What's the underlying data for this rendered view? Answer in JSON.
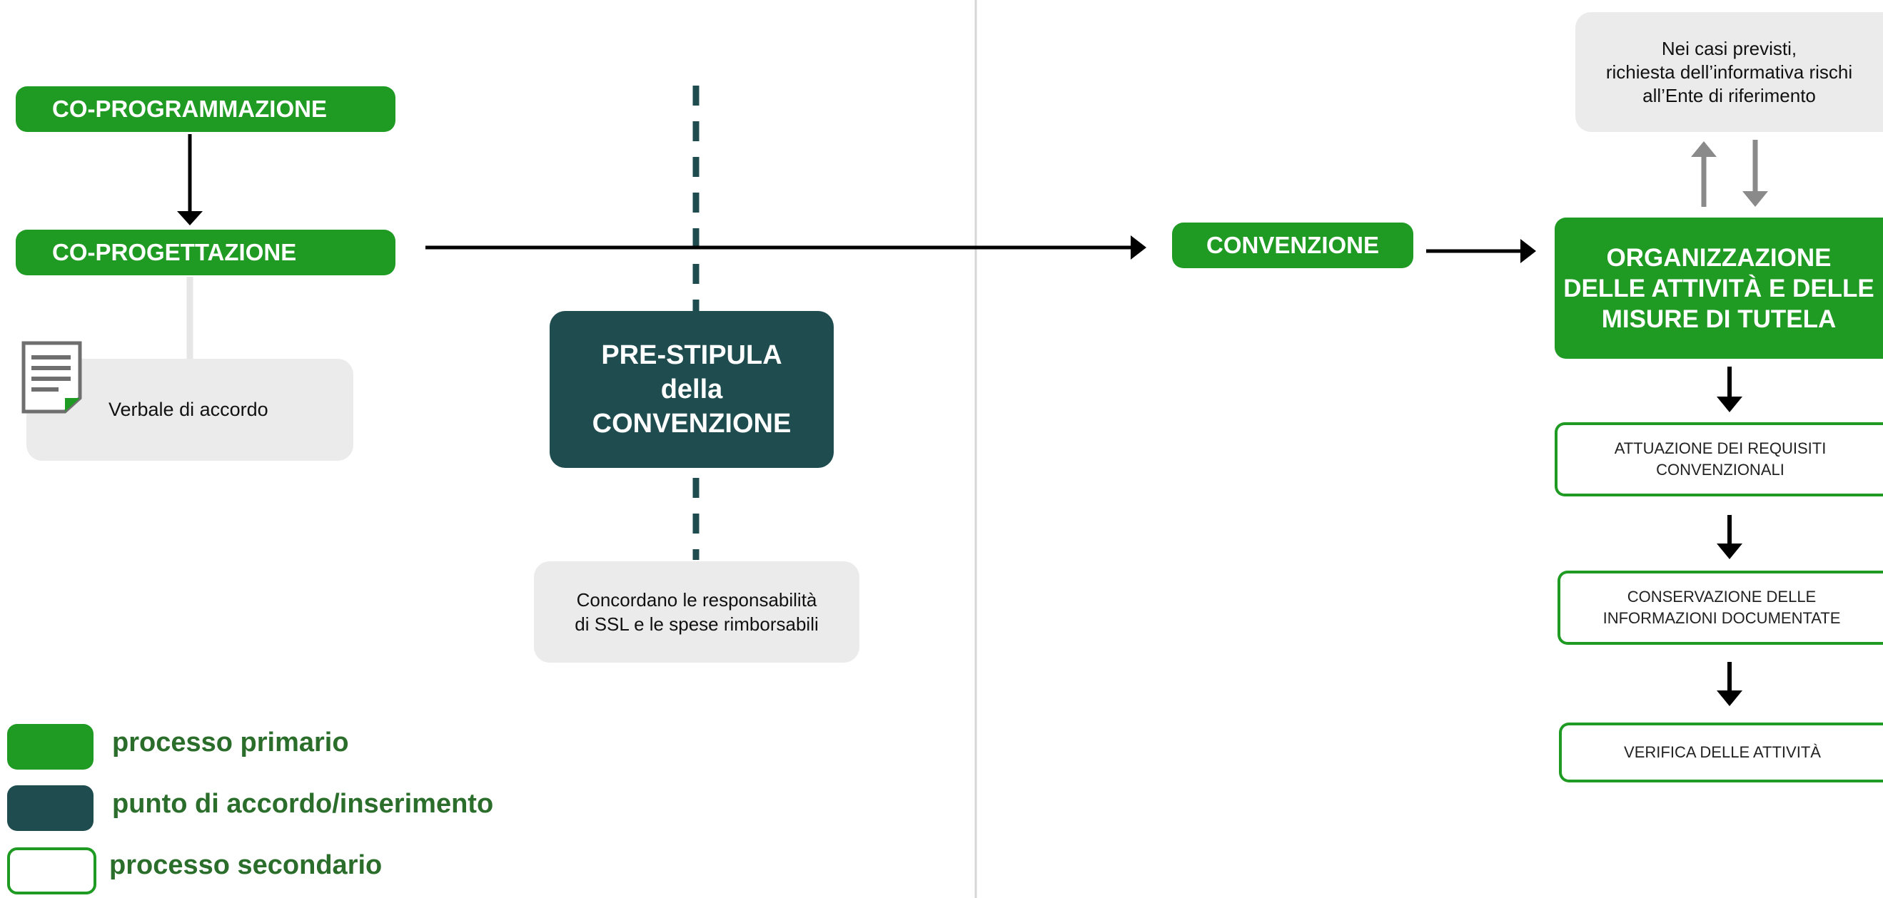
{
  "nodes": {
    "coprogrammazione": "CO-PROGRAMMAZIONE",
    "coprogettazione": "CO-PROGETTAZIONE",
    "verbale": "Verbale di accordo",
    "prestipula_line1": "PRE-STIPULA",
    "prestipula_line2": "della",
    "prestipula_line3": "CONVENZIONE",
    "concordano_line1": "Concordano le responsabilità",
    "concordano_line2": "di SSL e le spese rimborsabili",
    "convenzione": "CONVENZIONE",
    "informativa_line1": "Nei casi previsti,",
    "informativa_line2": "richiesta dell’informativa rischi",
    "informativa_line3": "all’Ente di riferimento",
    "organizzazione_line1": "ORGANIZZAZIONE",
    "organizzazione_line2": "DELLE ATTIVITÀ E DELLE",
    "organizzazione_line3": "MISURE DI TUTELA",
    "attuazione_line1": "ATTUAZIONE DEI REQUISITI",
    "attuazione_line2": "CONVENZIONALI",
    "conservazione_line1": "CONSERVAZIONE DELLE",
    "conservazione_line2": "INFORMAZIONI DOCUMENTATE",
    "verifica": "VERIFICA DELLE ATTIVITÀ"
  },
  "legend": [
    {
      "label": "processo primario",
      "style": "filled-green",
      "color": "#1f9a23"
    },
    {
      "label": "punto di accordo/inserimento",
      "style": "filled-dark",
      "color": "#1e4c4f"
    },
    {
      "label": "processo secondario",
      "style": "outline-green",
      "color": "#1f9a23"
    }
  ],
  "icons": {
    "document": "document-icon"
  },
  "colors": {
    "primary_green": "#1f9a23",
    "dark_teal": "#1e4c4f",
    "light_grey": "#ebebeb",
    "legend_text": "#2b6e2c"
  }
}
